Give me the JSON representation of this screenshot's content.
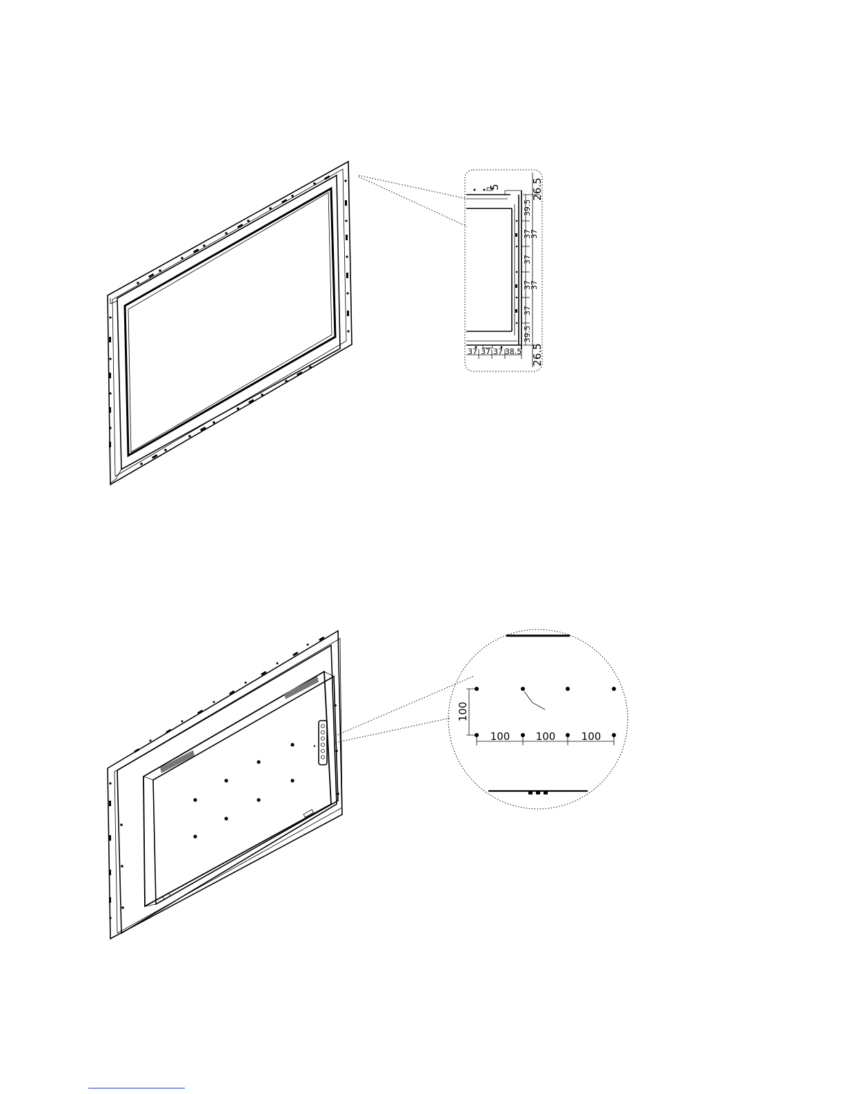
{
  "front_detail": {
    "labels": {
      "top_offset": "5",
      "top_margin": "26.5",
      "bottom_margin": "26.5",
      "right_pitches": [
        "39.5",
        "37",
        "37",
        "37",
        "37",
        "37",
        "37",
        "39.5"
      ],
      "bottom_pitches": [
        "37",
        "37",
        "37",
        "38.5"
      ]
    }
  },
  "rear_detail": {
    "vesa": {
      "vertical": "100",
      "horizontal": [
        "100",
        "100",
        "100"
      ]
    }
  },
  "colors": {
    "line": "#000000",
    "footer_rule": "#1a3fd6"
  }
}
